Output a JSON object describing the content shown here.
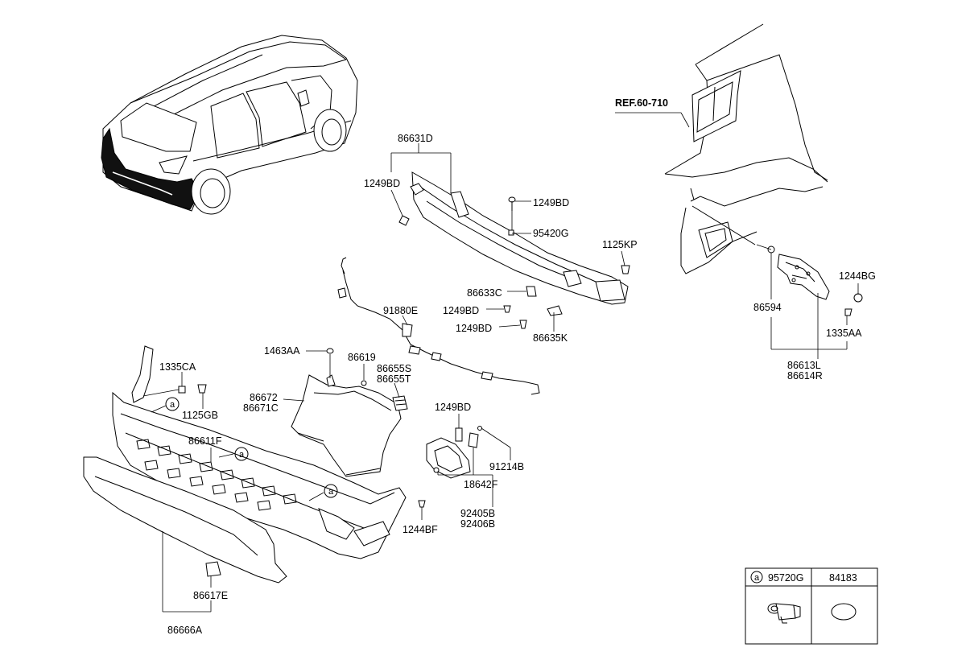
{
  "labels": {
    "p86631D": "86631D",
    "p1249BD_a": "1249BD",
    "p1249BD_b": "1249BD",
    "p95420G": "95420G",
    "p1125KP": "1125KP",
    "p86633C": "86633C",
    "p1249BD_c": "1249BD",
    "p1249BD_d": "1249BD",
    "p86635K": "86635K",
    "p91880E": "91880E",
    "p1463AA": "1463AA",
    "p86619": "86619",
    "p86655S": "86655S",
    "p86655T": "86655T",
    "p86672": "86672",
    "p86671C": "86671C",
    "p1335CA": "1335CA",
    "p1125GB": "1125GB",
    "p86611F": "86611F",
    "p1249BD_e": "1249BD",
    "p91214B": "91214B",
    "p18642F": "18642F",
    "p92405B": "92405B",
    "p92406B": "92406B",
    "p1244BF": "1244BF",
    "p86617E": "86617E",
    "p86666A": "86666A",
    "ref6070": "REF.60-710",
    "p1244BG": "1244BG",
    "p86594": "86594",
    "p1335AA": "1335AA",
    "p86613L": "86613L",
    "p86614R": "86614R"
  },
  "callout_letter": "a",
  "legend": {
    "marker": "a",
    "col1_part": "95720G",
    "col2_part": "84183"
  }
}
